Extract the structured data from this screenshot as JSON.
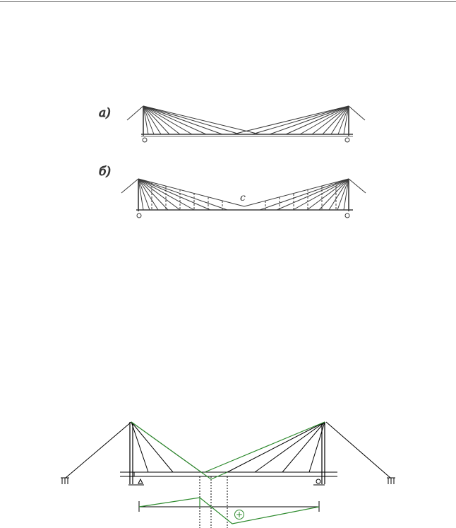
{
  "figure_top": {
    "part_a_label": "а)",
    "part_b_label": "б)",
    "midpoint_label": "с"
  },
  "figure_bottom": {
    "sign_label": "+",
    "line_color": "#000000",
    "influence_color": "#2e8b2e"
  }
}
